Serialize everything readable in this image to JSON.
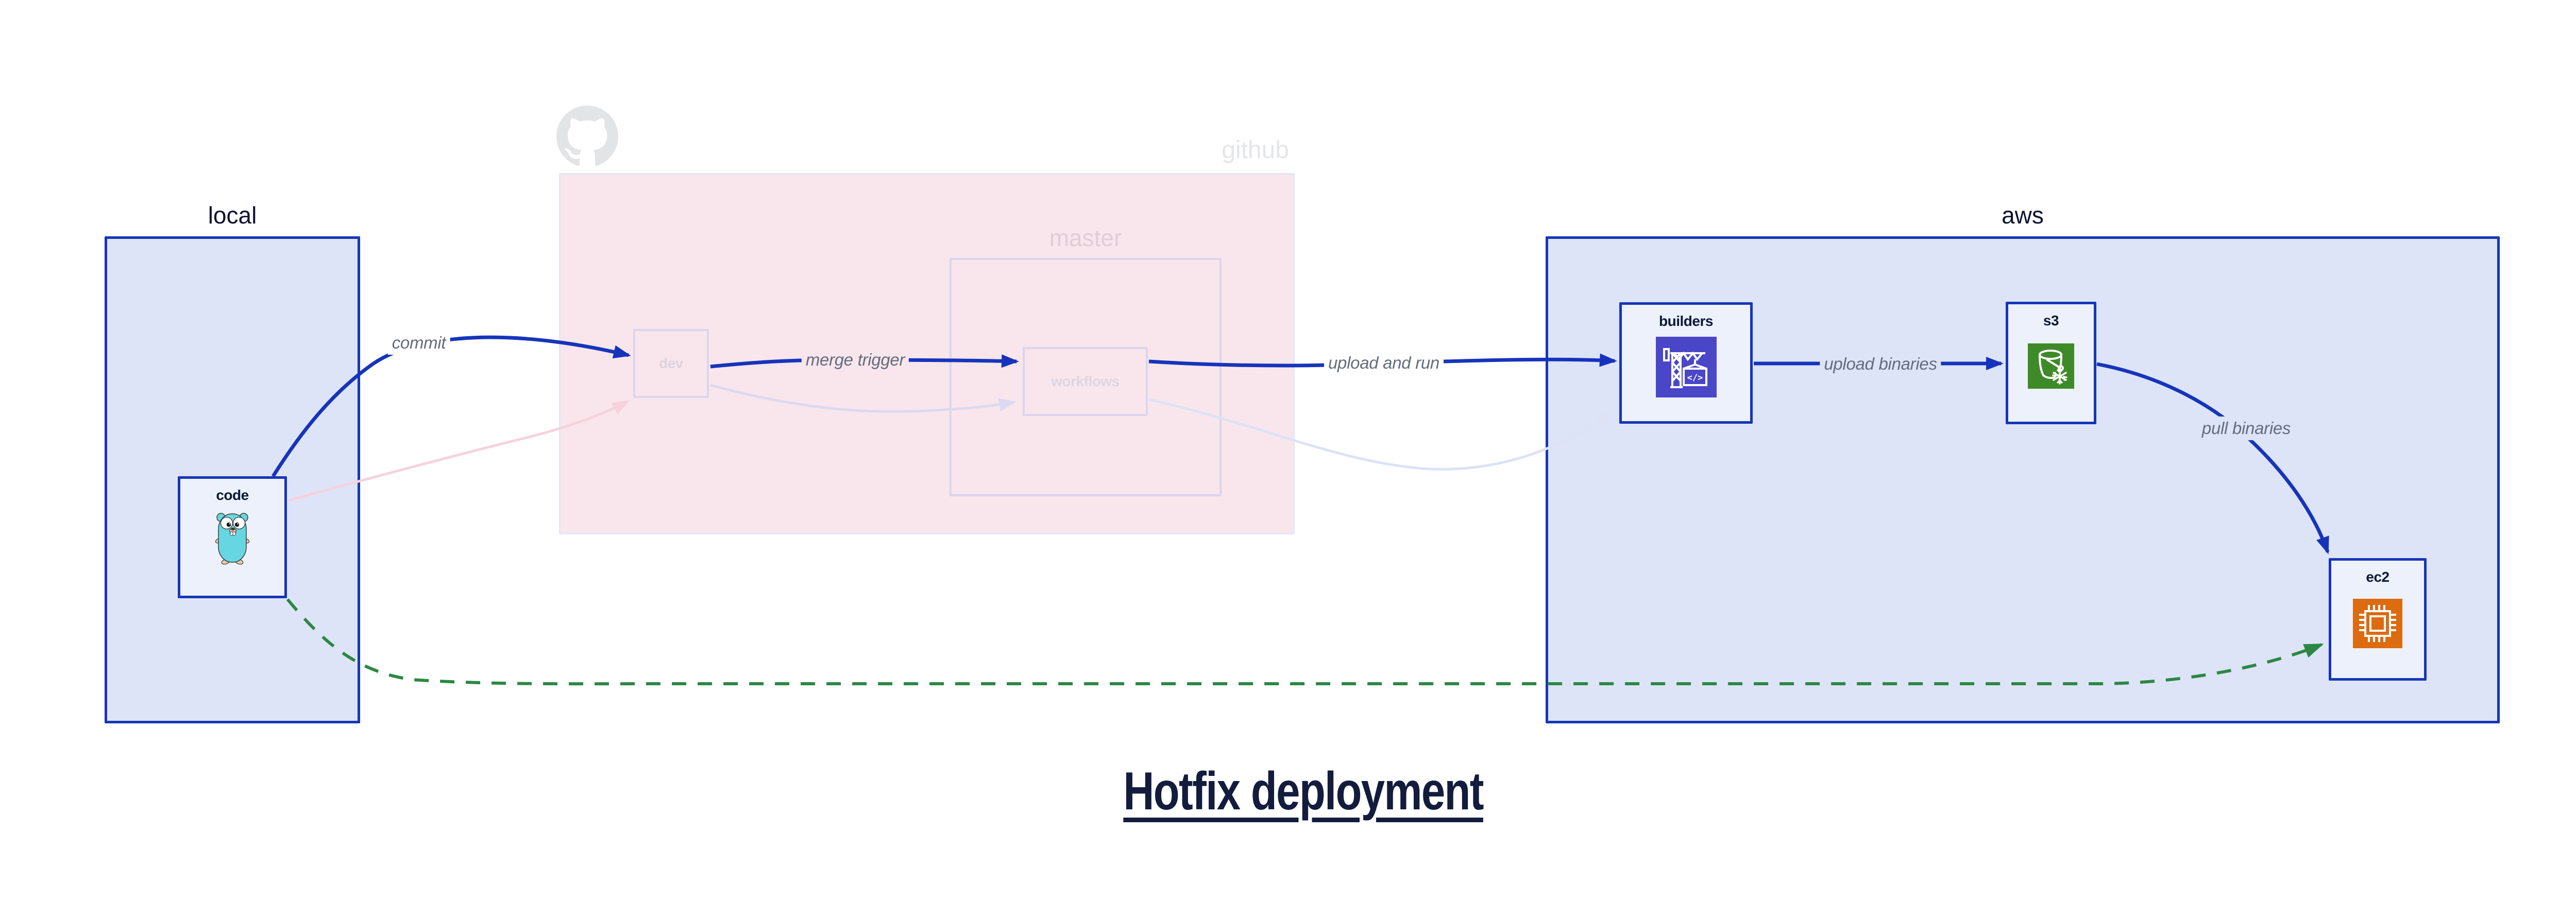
{
  "title": {
    "text": "Hotfix deployment"
  },
  "containers": {
    "local": {
      "label": "local"
    },
    "github": {
      "label": "github"
    },
    "master": {
      "label": "master"
    },
    "aws": {
      "label": "aws"
    }
  },
  "nodes": {
    "code": {
      "label": "code",
      "icon": "go-gopher-icon"
    },
    "dev": {
      "label": "dev"
    },
    "workflows": {
      "label": "workflows"
    },
    "builders": {
      "label": "builders",
      "icon": "aws-codebuild-icon"
    },
    "s3": {
      "label": "s3",
      "icon": "aws-s3-glacier-icon"
    },
    "ec2": {
      "label": "ec2",
      "icon": "aws-ec2-icon"
    }
  },
  "edge_labels": {
    "commit": "commit",
    "merge_trigger": "merge trigger",
    "upload_and_run": "upload and run",
    "upload_binaries": "upload binaries",
    "pull_binaries": "pull binaries"
  },
  "colors": {
    "blue_border": "#1636b8",
    "blue_arrow": "#1634bb",
    "container_fill": "#dee4f8",
    "node_fill": "#edf1fb",
    "github_fill": "#f9e6ec",
    "faded_border": "#dbd5ee",
    "green_dashed_arrow": "#2b8844",
    "faded_pink_arrow": "#f6d2dd",
    "faded_lavender_arrow": "#dcd9f0",
    "edge_label_gray": "#646c7c",
    "navy_text": "#0e1838",
    "codebuild_icon_bg": "#4a46c8",
    "s3_glacier_icon_bg": "#3e8a29",
    "ec2_icon_bg": "#dd6b10",
    "octocat_gray": "#e3e4e6"
  }
}
